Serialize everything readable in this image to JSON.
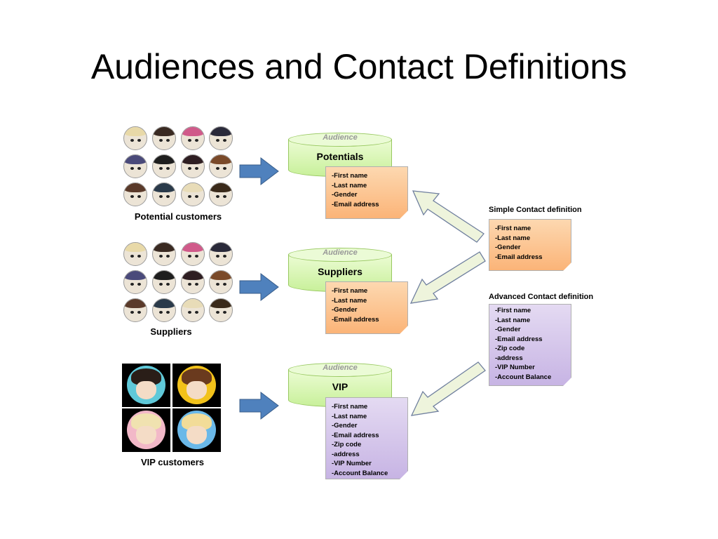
{
  "title": "Audiences and Contact Definitions",
  "groups": [
    {
      "caption": "Potential customers",
      "audience_label": "Audience",
      "audience_name": "Potentials",
      "fields": [
        "-First name",
        "-Last name",
        "-Gender",
        "-Email address"
      ]
    },
    {
      "caption": "Suppliers",
      "audience_label": "Audience",
      "audience_name": "Suppliers",
      "fields": [
        "-First name",
        "-Last name",
        "-Gender",
        "-Email address"
      ]
    },
    {
      "caption": "VIP customers",
      "audience_label": "Audience",
      "audience_name": "VIP",
      "fields": [
        "-First name",
        "-Last name",
        "-Gender",
        "-Email address",
        "-Zip code",
        "-address",
        "-VIP Number",
        "-Account Balance"
      ]
    }
  ],
  "simple_definition": {
    "title": "Simple Contact definition",
    "fields": [
      "-First name",
      "-Last name",
      "-Gender",
      "-Email address"
    ]
  },
  "advanced_definition": {
    "title": "Advanced Contact definition",
    "fields": [
      "-First name",
      "-Last name",
      "-Gender",
      "-Email address",
      "-Zip code",
      "-address",
      "-VIP Number",
      "-Account Balance"
    ]
  },
  "colors": {
    "blue_arrow": "#4f81bd",
    "cylinder": "#d7f5b0",
    "orange_note": "#fbc08c",
    "purple_note": "#d5c7eb",
    "outline_arrow": "#eef4dc"
  }
}
